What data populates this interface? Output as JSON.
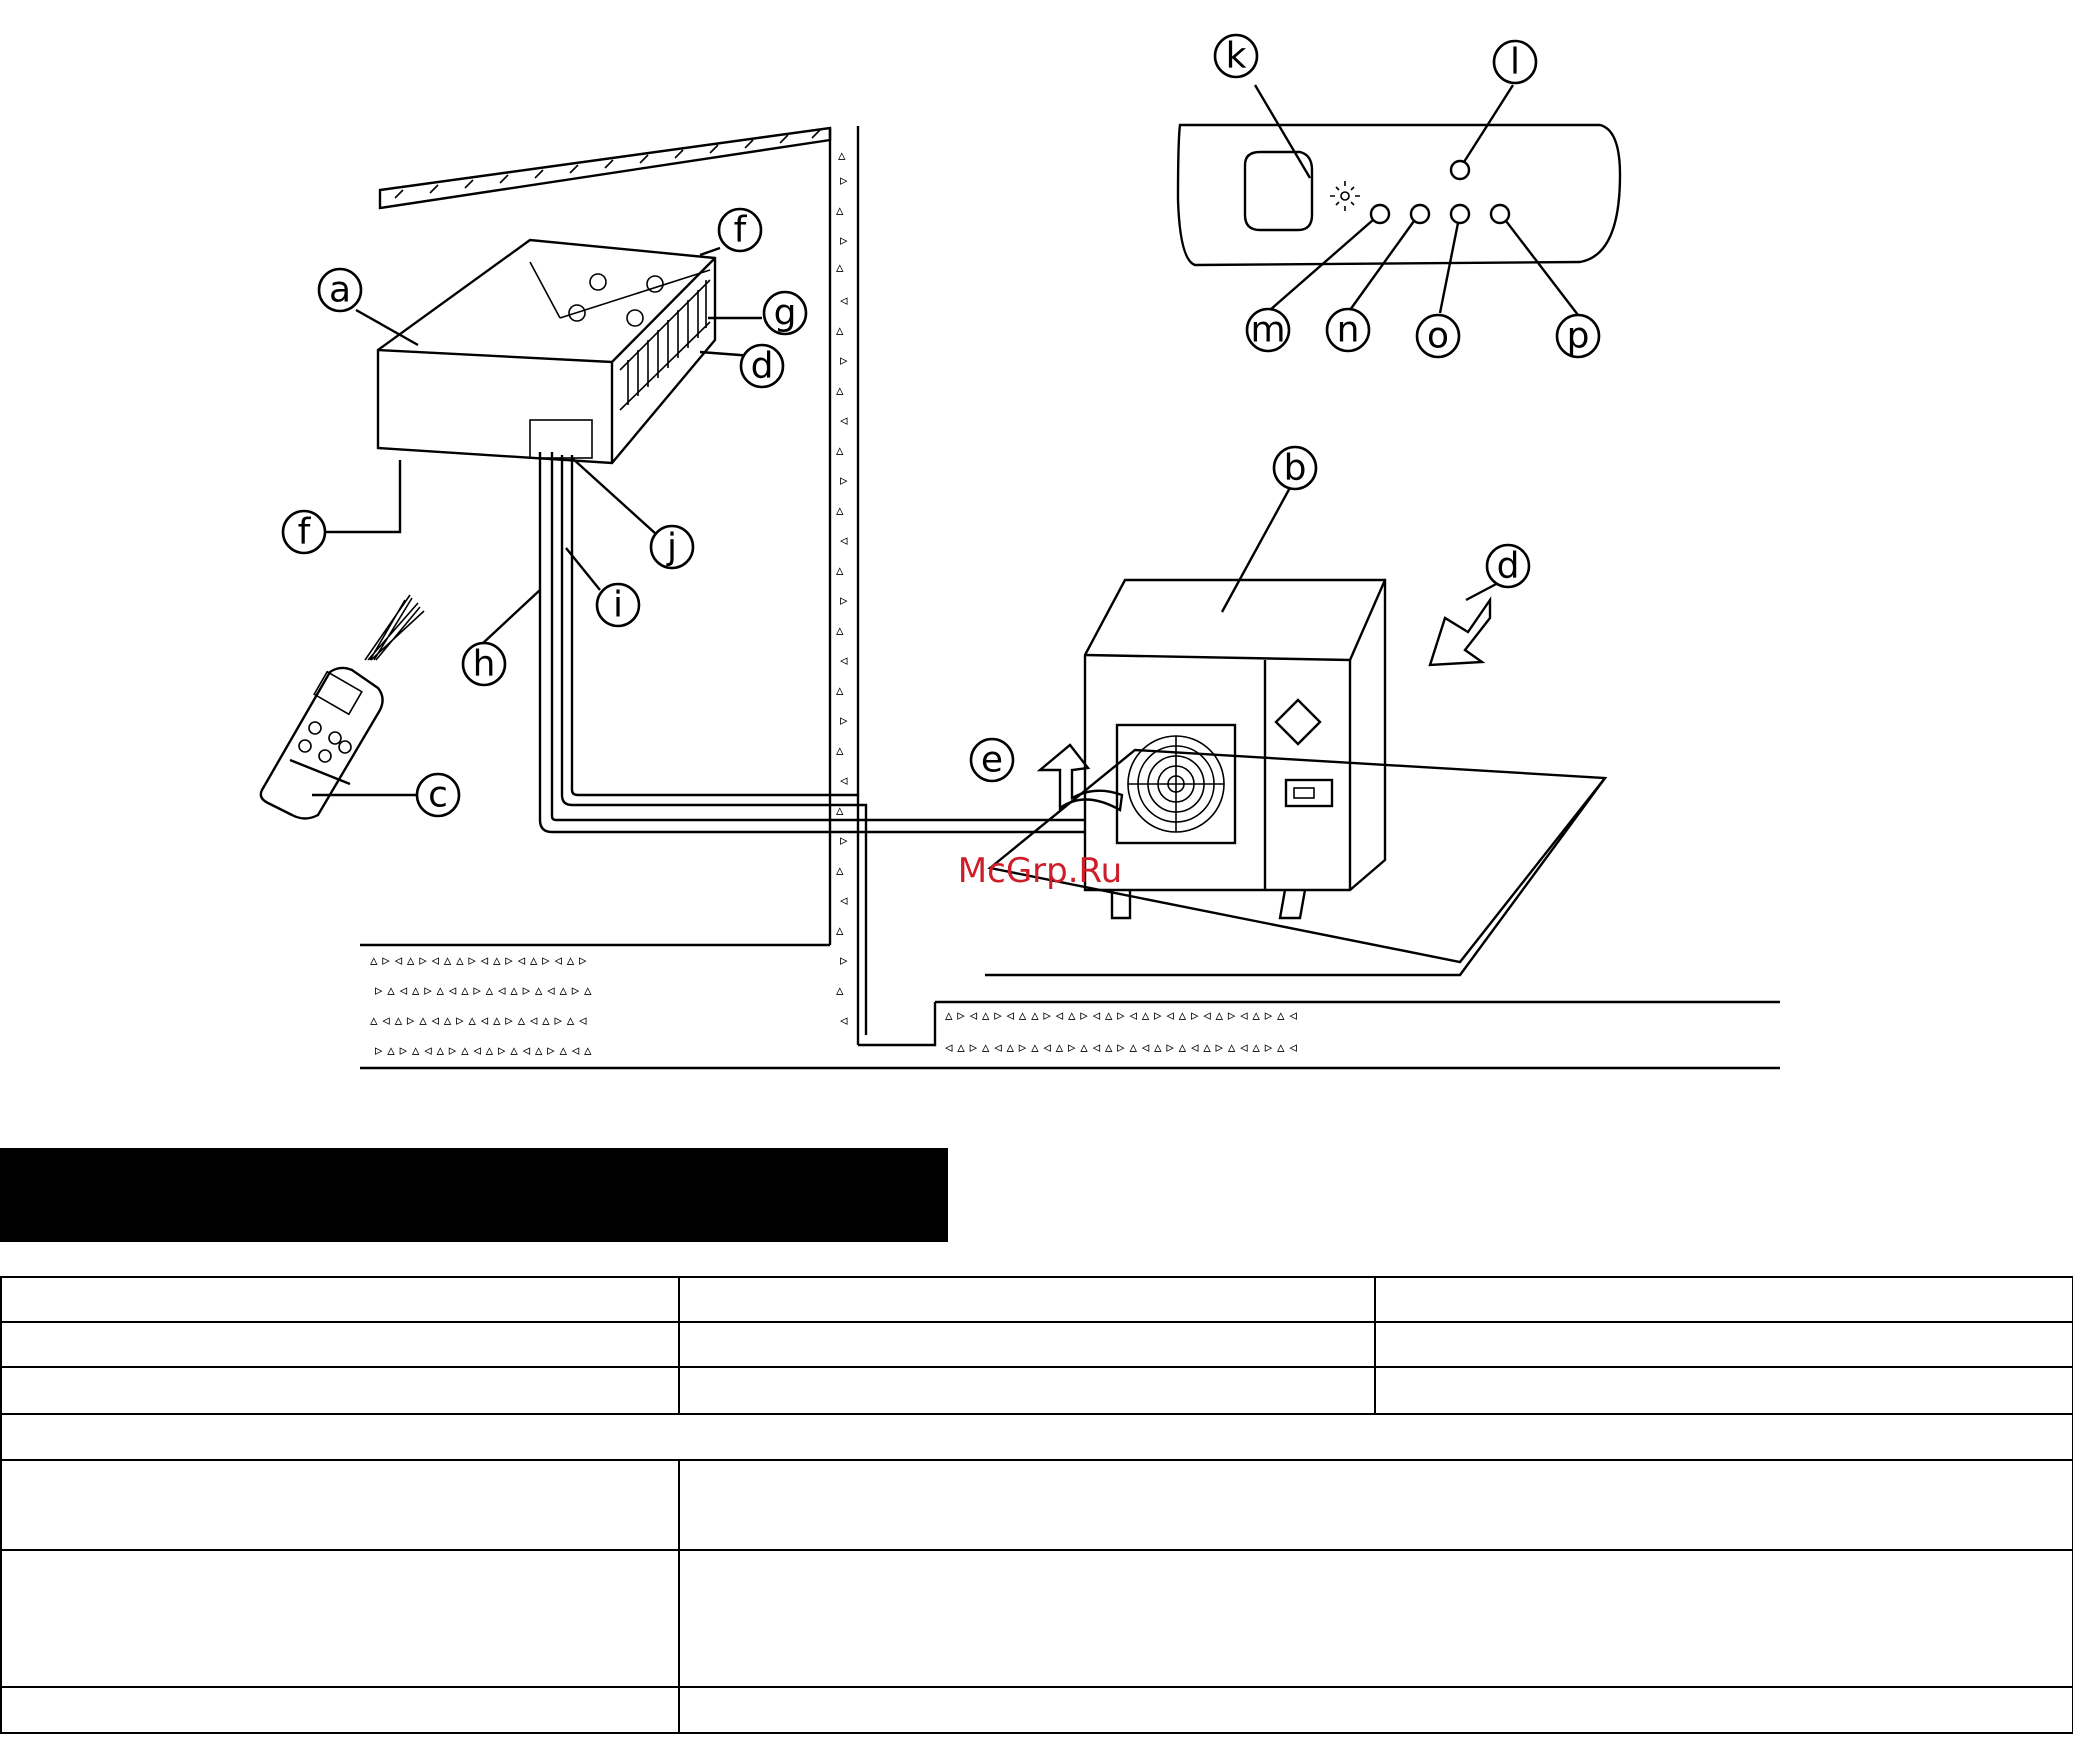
{
  "diagram": {
    "callouts": {
      "a": "a",
      "b": "b",
      "c": "c",
      "d": "d",
      "e": "e",
      "f": "f",
      "g": "g",
      "h": "h",
      "i": "i",
      "j": "j",
      "k": "k",
      "l": "l",
      "m": "m",
      "n": "n",
      "o": "o",
      "p": "p"
    },
    "watermark": "McGrp.Ru"
  },
  "section_header": {
    "title": ""
  },
  "spec_table": {
    "rows": [
      [
        "",
        "",
        ""
      ],
      [
        "",
        "",
        ""
      ],
      [
        "",
        "",
        ""
      ],
      [
        ""
      ],
      [
        "",
        ""
      ],
      [
        "",
        ""
      ],
      [
        "",
        ""
      ]
    ]
  }
}
